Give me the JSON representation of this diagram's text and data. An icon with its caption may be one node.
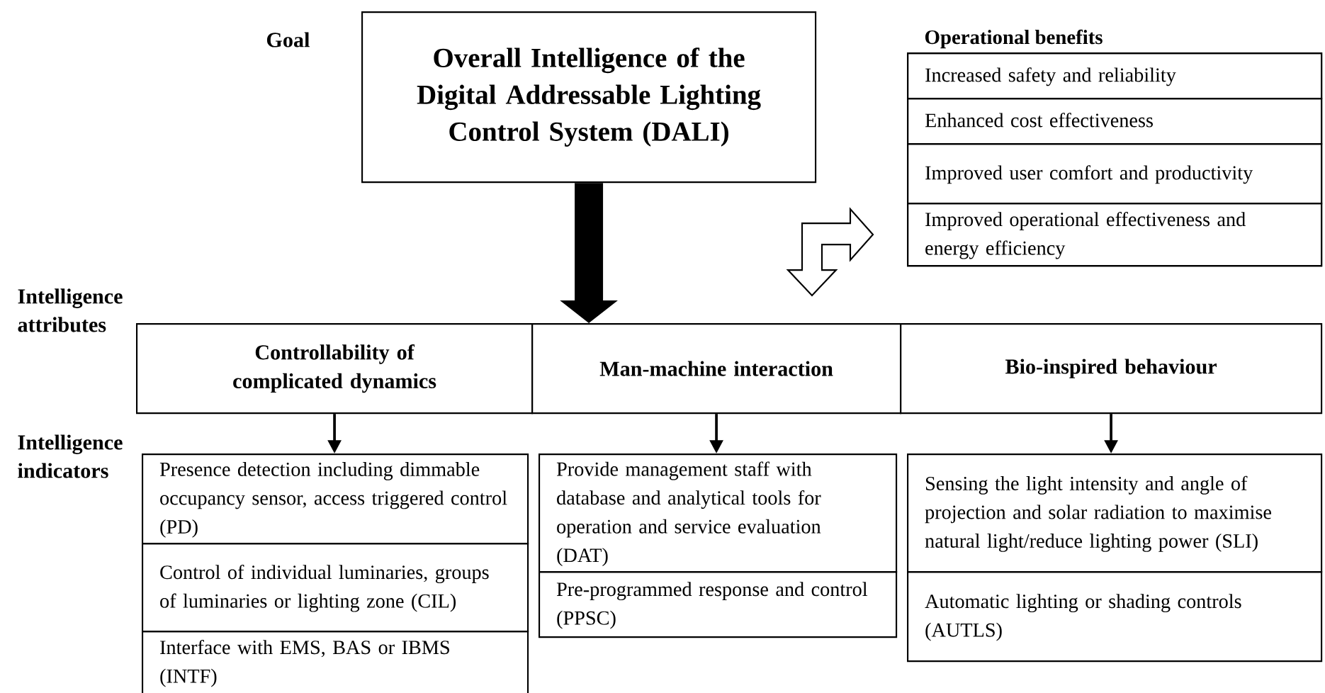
{
  "diagram": {
    "nodes": [
      {
        "text": [
          "Overall Intelligence of the Digital Addressable Lighting Control System (DALI)"
        ]
      },
      {
        "text": [
          "Controllability of complicated dynamics"
        ]
      },
      {
        "text": [
          "Man-machine interaction"
        ]
      },
      {
        "text": [
          "Bio-inspired behaviour"
        ]
      },
      {
        "text": [
          "Operational benefits"
        ]
      },
      {
        "text": [
          "Increased safety and reliability"
        ],
        "in": 4
      },
      {
        "text": [
          "Enhanced cost effectiveness"
        ],
        "in": 4
      },
      {
        "text": [
          "Improved user comfort and productivity"
        ],
        "in": 4
      },
      {
        "text": [
          "Improved operational effectiveness and energy efficiency"
        ],
        "in": 4
      },
      {
        "text": [
          "Presence detection including dimmable occupancy sensor, access triggered control (PD)"
        ]
      },
      {
        "text": [
          "Control of individual luminaries, groups of luminaries or lighting zone (CIL)"
        ]
      },
      {
        "text": [
          "Interface with EMS, BAS or IBMS (INTF)"
        ]
      },
      {
        "text": [
          "Provide management staff with database and analytical tools for operation and service evaluation (DAT)"
        ]
      },
      {
        "text": [
          "Pre-programmed response and control (PPSC)"
        ]
      },
      {
        "text": [
          "Sensing the light intensity and angle of projection and solar radiation to maximise natural light/reduce lighting power (SLI)"
        ]
      },
      {
        "text": [
          "Automatic lighting or shading controls (AUTLS)"
        ]
      }
    ],
    "edges": [
      {
        "from": 0,
        "to": 2,
        "arrow": "to",
        "style": "thick"
      },
      {
        "from": 1,
        "to": 9,
        "arrow": "to"
      },
      {
        "from": 2,
        "to": 12,
        "arrow": "to"
      },
      {
        "from": 3,
        "to": 14,
        "arrow": "to"
      },
      {
        "from": null,
        "to": 4,
        "arrow": "both"
      }
    ],
    "labels": [
      "Goal",
      "Intelligence attributes",
      "Intelligence indicators"
    ]
  }
}
